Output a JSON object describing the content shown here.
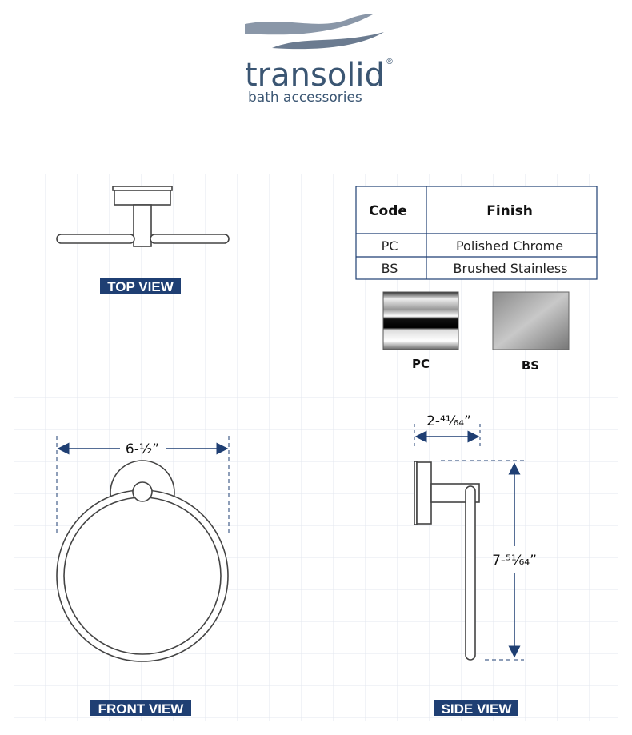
{
  "logo": {
    "brand": "transolid",
    "registered": "®",
    "tagline": "bath accessories",
    "color": "#3b5673"
  },
  "views": {
    "top": "TOP VIEW",
    "front": "FRONT VIEW",
    "side": "SIDE VIEW"
  },
  "dimensions": {
    "width": "6-½”",
    "depth": "2-⁴¹⁄₆₄”",
    "height": "7-⁵¹⁄₆₄”"
  },
  "finish_table": {
    "headers": [
      "Code",
      "Finish"
    ],
    "rows": [
      {
        "code": "PC",
        "finish": "Polished Chrome"
      },
      {
        "code": "BS",
        "finish": "Brushed Stainless"
      }
    ]
  },
  "swatches": [
    {
      "code": "PC"
    },
    {
      "code": "BS"
    }
  ],
  "colors": {
    "label_bg": "#1f3f73",
    "dimension": "#1f3f73",
    "grid": "#e3e7ef"
  }
}
